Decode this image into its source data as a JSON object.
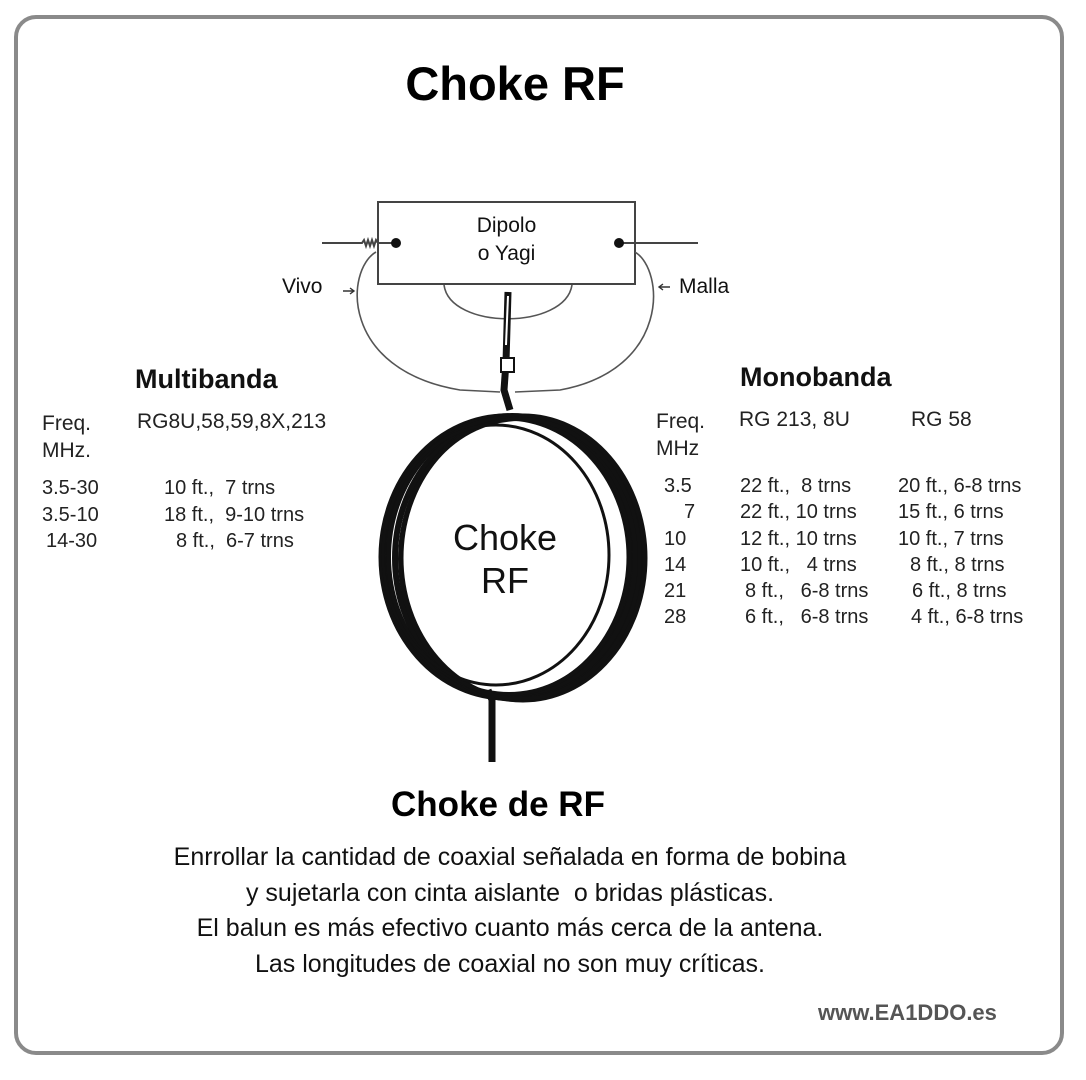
{
  "title": "Choke RF",
  "antenna_box": {
    "line1": "Dipolo",
    "line2": "o Yagi"
  },
  "labels": {
    "left": "Vivo",
    "right": "Malla"
  },
  "multibanda": {
    "heading": "Multibanda",
    "freq_header": [
      "Freq.",
      "MHz."
    ],
    "cable_header": "RG8U,58,59,8X,213",
    "rows": [
      {
        "freq": "3.5-30",
        "rg": "10 ft.,  7 trns"
      },
      {
        "freq": "3.5-10",
        "rg": "18 ft.,  9-10 trns"
      },
      {
        "freq": "14-30",
        "rg": "8 ft.,  6-7 trns"
      }
    ]
  },
  "monobanda": {
    "heading": "Monobanda",
    "freq_header": [
      "Freq.",
      "MHz"
    ],
    "cable_headers": [
      "RG 213, 8U",
      "RG 58"
    ],
    "rows": [
      {
        "freq": "3.5",
        "rg213": "22 ft.,  8 trns",
        "rg58": "20 ft., 6-8 trns"
      },
      {
        "freq": "7",
        "rg213": "22 ft., 10 trns",
        "rg58": "15 ft., 6 trns"
      },
      {
        "freq": "10",
        "rg213": "12 ft., 10 trns",
        "rg58": "10 ft., 7 trns"
      },
      {
        "freq": "14",
        "rg213": "10 ft.,   4 trns",
        "rg58": "8 ft., 8 trns"
      },
      {
        "freq": "21",
        "rg213": "8 ft.,   6-8 trns",
        "rg58": "6 ft., 8 trns"
      },
      {
        "freq": "28",
        "rg213": "6 ft.,   6-8 trns",
        "rg58": "4 ft., 6-8 trns"
      }
    ]
  },
  "coil_label": {
    "line1": "Choke",
    "line2": "RF"
  },
  "subtitle": "Choke de RF",
  "description": [
    "Enrrollar la cantidad de coaxial señalada en forma de bobina",
    "y sujetarla con cinta aislante  o bridas plásticas.",
    "El balun es más efectivo cuanto más cerca de la antena.",
    "Las longitudes de coaxial no son muy críticas."
  ],
  "credit": "www.EA1DDO.es"
}
